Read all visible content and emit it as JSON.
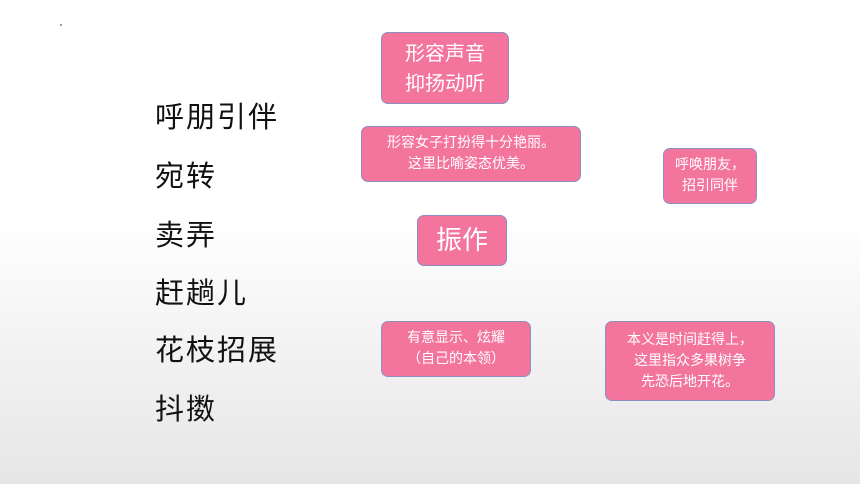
{
  "words": [
    "呼朋引伴",
    "宛转",
    "卖弄",
    "赶趟儿",
    "花枝招展",
    "抖擞"
  ],
  "cards": {
    "xingrong_shengyin": "形容声音\n抑扬动听",
    "xingrong_nvzi": "形容女子打扮得十分艳丽。\n这里比喻姿态优美。",
    "huhuan_pengyou": "呼唤朋友，\n招引同伴",
    "zhenzuo": "振作",
    "youyi_xianshi": "有意显示、炫耀\n（自己的本领）",
    "benyi_shijian": "本义是时间赶得上，\n这里指众多果树争\n先恐后地开花。"
  },
  "colors": {
    "card_bg": "#f3749c",
    "card_border": "#8a8fbf",
    "text": "#111111"
  }
}
